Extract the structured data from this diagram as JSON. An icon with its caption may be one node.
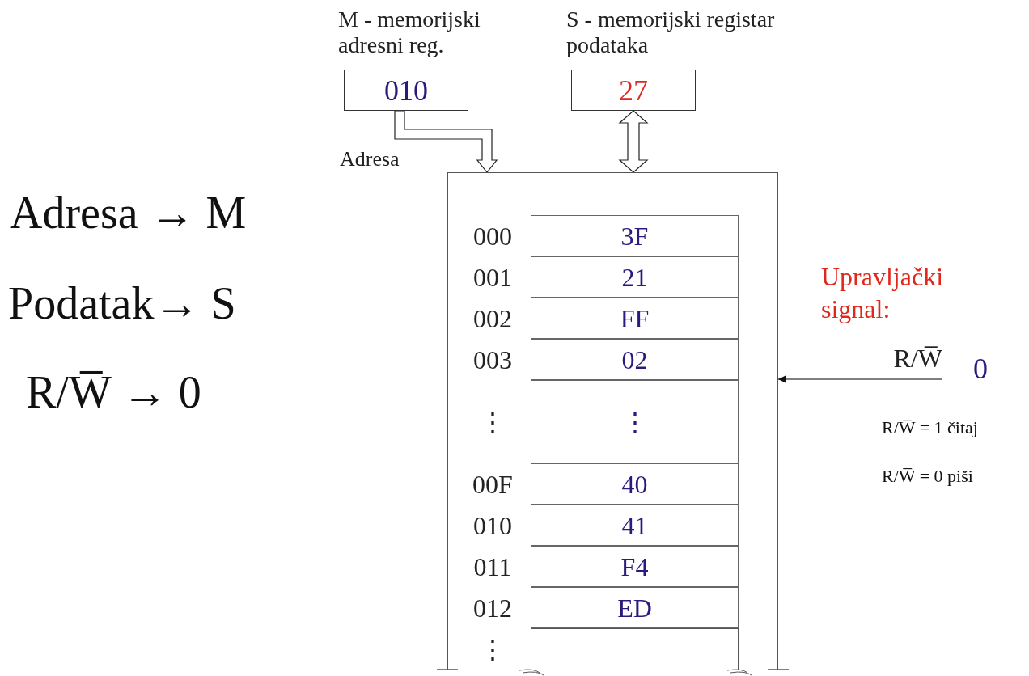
{
  "diagram": {
    "nodes": [
      {
        "text": [
          "M - memorijski adresni reg.",
          "010"
        ]
      },
      {
        "text": [
          "S - memorijski registar podataka",
          "27"
        ]
      },
      {
        "text": [],
        "shape": "box"
      },
      {
        "text": [
          "3F"
        ],
        "in": 2,
        "beside": [
          "000"
        ]
      },
      {
        "text": [
          "21"
        ],
        "in": 2,
        "beside": [
          "001"
        ]
      },
      {
        "text": [
          "FF"
        ],
        "in": 2,
        "beside": [
          "002"
        ]
      },
      {
        "text": [
          "02"
        ],
        "in": 2,
        "beside": [
          "003"
        ]
      },
      {
        "text": [
          "⋮"
        ],
        "in": 2,
        "beside": [
          "⋮"
        ]
      },
      {
        "text": [
          "40"
        ],
        "in": 2,
        "beside": [
          "00F"
        ]
      },
      {
        "text": [
          "41"
        ],
        "in": 2,
        "beside": [
          "010"
        ]
      },
      {
        "text": [
          "F4"
        ],
        "in": 2,
        "beside": [
          "011"
        ]
      },
      {
        "text": [
          "ED"
        ],
        "in": 2,
        "beside": [
          "012"
        ]
      },
      {
        "text": [],
        "shape": "box",
        "in": 2,
        "beside": [
          "⋮"
        ]
      },
      {
        "text": [
          "R/W̅"
        ],
        "beside": [
          "0"
        ]
      }
    ],
    "edges": [
      {
        "from": 0,
        "to": 2,
        "arrow": "to",
        "label": "Adresa",
        "style": "thick"
      },
      {
        "from": 1,
        "to": 2,
        "arrow": "both",
        "style": "thick"
      },
      {
        "from": 13,
        "to": 2,
        "arrow": "to"
      }
    ],
    "labels": [
      "Adresa → M",
      "Podatak→ S",
      "R/W̅ → 0",
      "Upravljački signal:",
      "R/W̅ = 1 čitaj",
      "R/W̅ = 0 piši"
    ]
  }
}
